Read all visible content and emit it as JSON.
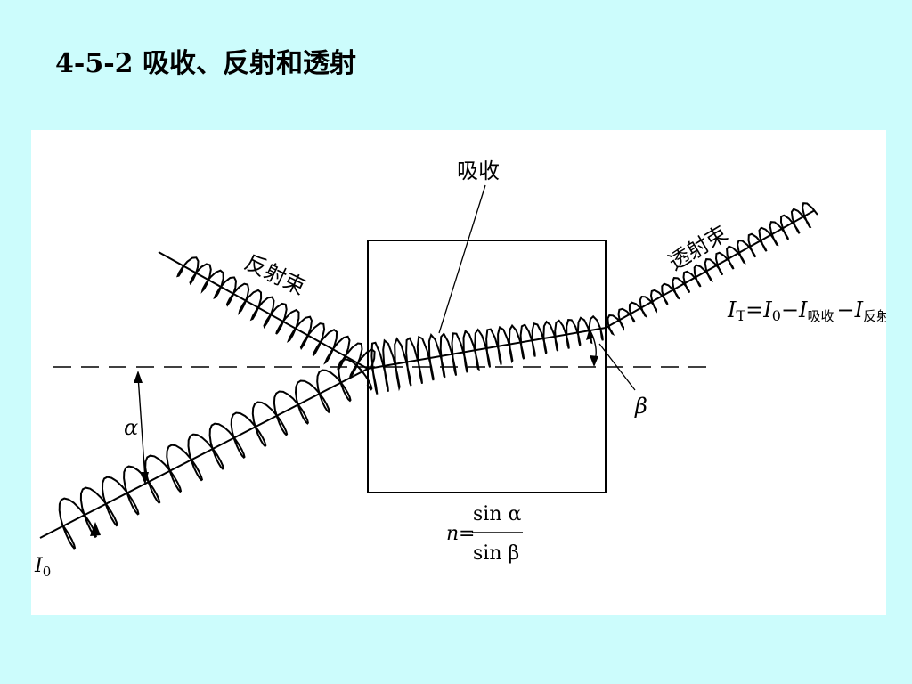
{
  "title": "4-5-2 吸收、反射和透射",
  "labels": {
    "absorption": "吸收",
    "reflected_beam": "反射束",
    "transmitted_beam": "透射束",
    "alpha": "α",
    "beta": "β"
  },
  "formula_transmission": {
    "I": "I",
    "T": "T",
    "eq": "=",
    "I0_base": "I",
    "zero": "0",
    "minus1": "−",
    "I_abs": "I",
    "abs_sub": "吸收",
    "minus2": "−",
    "I_ref": "I",
    "ref_sub": "反射"
  },
  "formula_refraction": {
    "n": "n",
    "eq": "=",
    "numerator": "sin α",
    "denominator": "sin β"
  },
  "incident_label": {
    "I": "I",
    "zero": "0"
  }
}
